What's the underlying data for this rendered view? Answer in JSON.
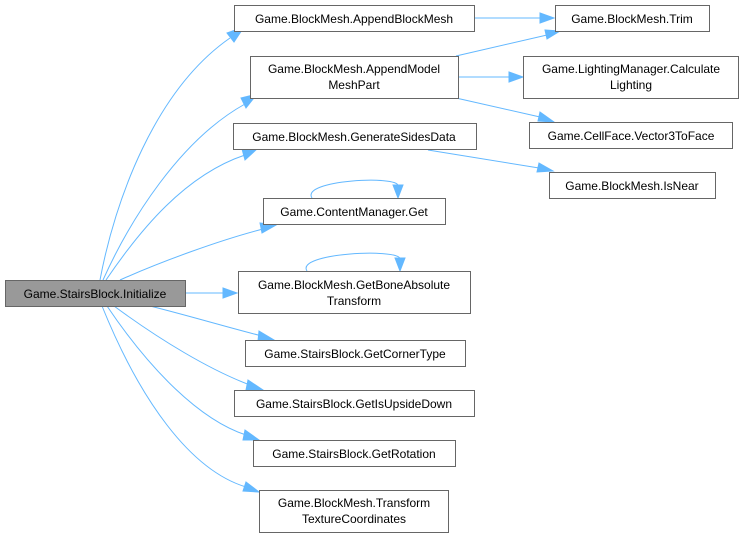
{
  "diagram": {
    "type": "call-graph",
    "colors": {
      "edge": "#63b8ff",
      "node_border": "#666666",
      "root_fill": "#999999",
      "node_fill": "#ffffff"
    },
    "root": {
      "id": "root",
      "lines": [
        "Game.StairsBlock.Initialize"
      ]
    },
    "nodes": [
      {
        "id": "append_block_mesh",
        "lines": [
          "Game.BlockMesh.AppendBlockMesh"
        ]
      },
      {
        "id": "append_model_mesh_part",
        "lines": [
          "Game.BlockMesh.AppendModel",
          "MeshPart"
        ]
      },
      {
        "id": "generate_sides_data",
        "lines": [
          "Game.BlockMesh.GenerateSidesData"
        ]
      },
      {
        "id": "content_manager_get",
        "lines": [
          "Game.ContentManager.Get"
        ]
      },
      {
        "id": "get_bone_absolute_transform",
        "lines": [
          "Game.BlockMesh.GetBoneAbsolute",
          "Transform"
        ]
      },
      {
        "id": "get_corner_type",
        "lines": [
          "Game.StairsBlock.GetCornerType"
        ]
      },
      {
        "id": "get_is_upside_down",
        "lines": [
          "Game.StairsBlock.GetIsUpsideDown"
        ]
      },
      {
        "id": "get_rotation",
        "lines": [
          "Game.StairsBlock.GetRotation"
        ]
      },
      {
        "id": "transform_texture_coordinates",
        "lines": [
          "Game.BlockMesh.Transform",
          "TextureCoordinates"
        ]
      },
      {
        "id": "trim",
        "lines": [
          "Game.BlockMesh.Trim"
        ]
      },
      {
        "id": "calculate_lighting",
        "lines": [
          "Game.LightingManager.Calculate",
          "Lighting"
        ]
      },
      {
        "id": "vector3_to_face",
        "lines": [
          "Game.CellFace.Vector3ToFace"
        ]
      },
      {
        "id": "is_near",
        "lines": [
          "Game.BlockMesh.IsNear"
        ]
      }
    ],
    "edges": [
      {
        "from": "root",
        "to": "append_block_mesh"
      },
      {
        "from": "root",
        "to": "append_model_mesh_part"
      },
      {
        "from": "root",
        "to": "generate_sides_data"
      },
      {
        "from": "root",
        "to": "content_manager_get"
      },
      {
        "from": "root",
        "to": "get_bone_absolute_transform"
      },
      {
        "from": "root",
        "to": "get_corner_type"
      },
      {
        "from": "root",
        "to": "get_is_upside_down"
      },
      {
        "from": "root",
        "to": "get_rotation"
      },
      {
        "from": "root",
        "to": "transform_texture_coordinates"
      },
      {
        "from": "append_block_mesh",
        "to": "trim"
      },
      {
        "from": "append_model_mesh_part",
        "to": "trim"
      },
      {
        "from": "append_model_mesh_part",
        "to": "calculate_lighting"
      },
      {
        "from": "append_model_mesh_part",
        "to": "vector3_to_face"
      },
      {
        "from": "generate_sides_data",
        "to": "is_near"
      },
      {
        "from": "content_manager_get",
        "to": "content_manager_get"
      },
      {
        "from": "get_bone_absolute_transform",
        "to": "get_bone_absolute_transform"
      }
    ]
  }
}
